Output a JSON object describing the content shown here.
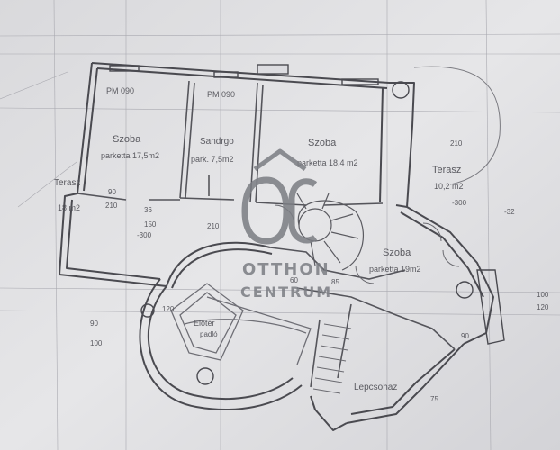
{
  "colors": {
    "paper": "#e4e4e6",
    "ink": "#4a4a50",
    "pencil": "#9a9aa2",
    "watermark": "#7b7d83"
  },
  "rooms": {
    "szoba1": {
      "name": "Szoba",
      "area": "parketta 17,5m2"
    },
    "szoba2": {
      "name": "Szoba",
      "area": "parketta 18,4 m2"
    },
    "szoba3": {
      "name": "Szoba",
      "area": "parketta 19m2"
    },
    "sandrgo": {
      "name": "Sandrgo",
      "area": "park. 7,5m2"
    },
    "terasz_left": {
      "name": "Terasz",
      "area": "18 m2"
    },
    "terasz_right": {
      "name": "Terasz",
      "area": "10,2 m2"
    },
    "lepcsohaz": {
      "name": "Lepcsohaz"
    },
    "center": {
      "name": "Előtér",
      "area": "padló"
    }
  },
  "labels": {
    "pm1": "PM 090",
    "pm2": "PM 090",
    "t1": "90",
    "t2": "210",
    "t3": "36",
    "t4": "-300",
    "t5": "150",
    "t6": "210",
    "t7": "-300",
    "t8": "85",
    "t9": "90",
    "t10": "60",
    "t11": "120",
    "t12": "100",
    "t13": "90",
    "t14": "100",
    "t15": "-32",
    "t16": "210",
    "t17": "120",
    "t18": "75"
  },
  "watermark": {
    "line1": "OTTHON",
    "line2": "CENTRUM"
  }
}
